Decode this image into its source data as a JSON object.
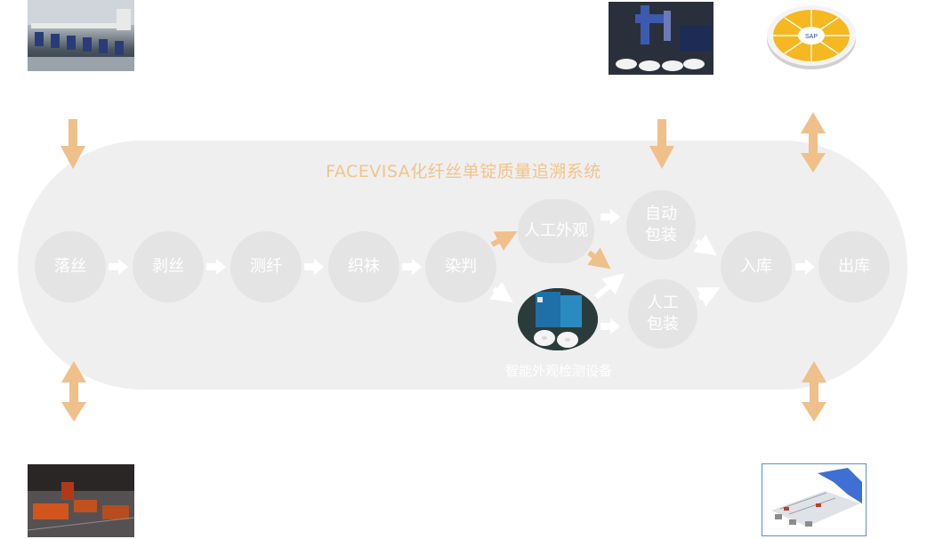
{
  "title": "FACEVISA化纤丝单锭质量追溯系统",
  "colors": {
    "accent": "#f0c48a",
    "arrow_orange": "#efc08a",
    "arrow_white": "#ffffff",
    "capsule": "#efefef",
    "node": "#e4e4e4"
  },
  "nodes": {
    "luosi": "落丝",
    "bosi": "剥丝",
    "cexian": "测纤",
    "zhiwa": "织袜",
    "ranpan": "染判",
    "rengong_waiguan": "人工外观",
    "zidong_baozhuang": "自动包装",
    "rengong_baozhuang": "人工包装",
    "ruku": "入库",
    "chuku": "出库"
  },
  "device_caption": "智能外观检测设备",
  "sap_label": "SAP",
  "images": {
    "top_left": "production-line-photo",
    "top_right_1": "robot-packing-photo",
    "top_right_2": "sap-modules-graphic",
    "bottom_left": "agv-workshop-photo",
    "bottom_right": "automated-warehouse-3d"
  }
}
